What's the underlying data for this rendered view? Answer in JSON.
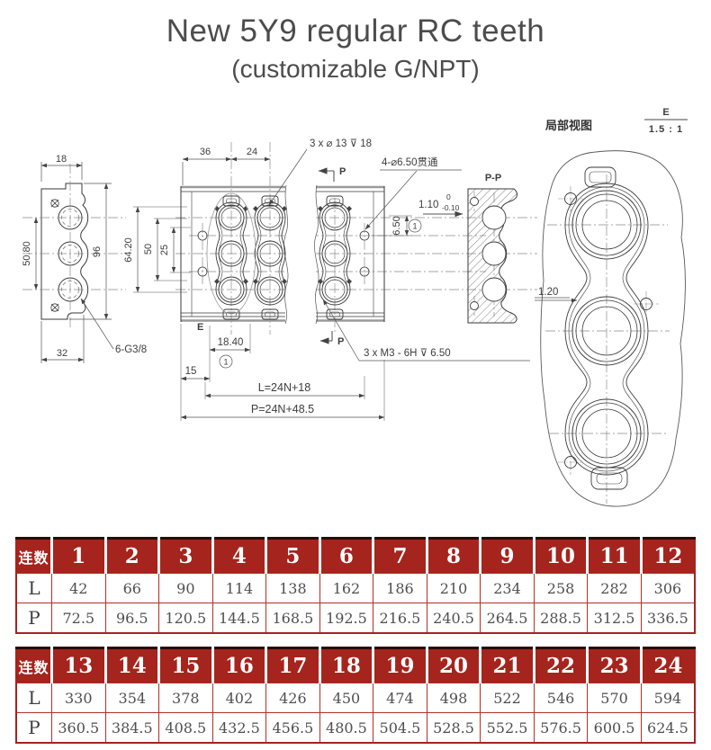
{
  "header": {
    "title": "New 5Y9 regular RC teeth",
    "subtitle": "(customizable G/NPT)"
  },
  "drawing": {
    "labels": {
      "dim_18": "18",
      "dim_36": "36",
      "dim_24": "24",
      "dim_50_80": "50.80",
      "dim_96": "96",
      "dim_64_20": "64.20",
      "dim_50": "50",
      "dim_25": "25",
      "dim_32": "32",
      "thread_note": "6-G3/8",
      "counterbore_note": "3 x ⌀ 13 ⊽ 18",
      "through_hole_note": "4-⌀6.50贯通",
      "tol_value": "1.10",
      "tol_upper": "0",
      "tol_lower": "-0.10",
      "dim_6_50": "6.50",
      "section_label": "P-P",
      "section_arrow_label": "P",
      "detail_mark": "E",
      "dim_18_40": "18.40",
      "dim_15": "15",
      "balloon_1": "1",
      "tap_note": "3 x M3 - 6H ⊽ 6.50",
      "length_formula": "L=24N+18",
      "pitch_formula": "P=24N+48.5",
      "dim_1_20": "1.20",
      "detail_view_title": "局部视图",
      "detail_view_scale": "1.5 : 1"
    }
  },
  "tables": [
    {
      "corner_label": "连数",
      "columns": [
        "1",
        "2",
        "3",
        "4",
        "5",
        "6",
        "7",
        "8",
        "9",
        "10",
        "11",
        "12"
      ],
      "rows": [
        {
          "label": "L",
          "values": [
            "42",
            "66",
            "90",
            "114",
            "138",
            "162",
            "186",
            "210",
            "234",
            "258",
            "282",
            "306"
          ]
        },
        {
          "label": "P",
          "values": [
            "72.5",
            "96.5",
            "120.5",
            "144.5",
            "168.5",
            "192.5",
            "216.5",
            "240.5",
            "264.5",
            "288.5",
            "312.5",
            "336.5"
          ]
        }
      ]
    },
    {
      "corner_label": "连数",
      "columns": [
        "13",
        "14",
        "15",
        "16",
        "17",
        "18",
        "19",
        "20",
        "21",
        "22",
        "23",
        "24"
      ],
      "rows": [
        {
          "label": "L",
          "values": [
            "330",
            "354",
            "378",
            "402",
            "426",
            "450",
            "474",
            "498",
            "522",
            "546",
            "570",
            "594"
          ]
        },
        {
          "label": "P",
          "values": [
            "360.5",
            "384.5",
            "408.5",
            "432.5",
            "456.5",
            "480.5",
            "504.5",
            "528.5",
            "552.5",
            "576.5",
            "600.5",
            "624.5"
          ]
        }
      ]
    }
  ],
  "colors": {
    "table_red": "#a5241d",
    "table_border_dark": "#2b0a08"
  }
}
